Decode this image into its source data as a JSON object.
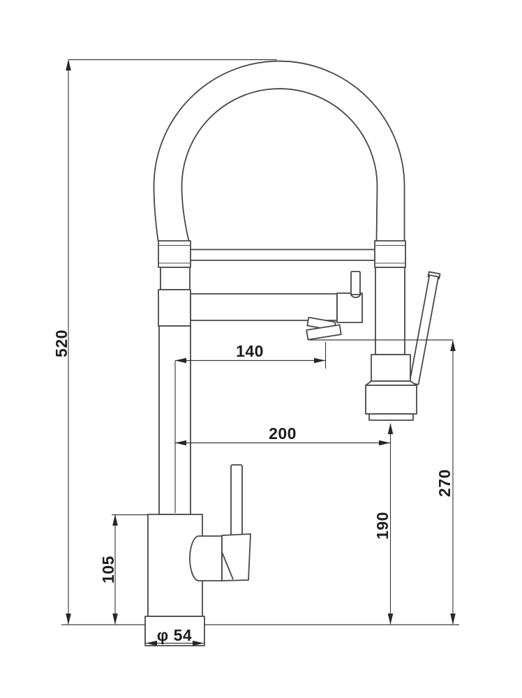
{
  "drawing": {
    "subject": "pull-down kitchen faucet dimension drawing",
    "colors": {
      "background": "#ffffff",
      "object_line": "#474747",
      "dimension_line": "#3a3a3a",
      "text": "#1d1d1d"
    }
  },
  "dims": {
    "overall_height": "520",
    "spout_reach": "140",
    "spray_reach": "200",
    "spray_head_height": "190",
    "spout_outlet_height": "270",
    "body_height": "105",
    "base_diameter": "φ 54"
  }
}
